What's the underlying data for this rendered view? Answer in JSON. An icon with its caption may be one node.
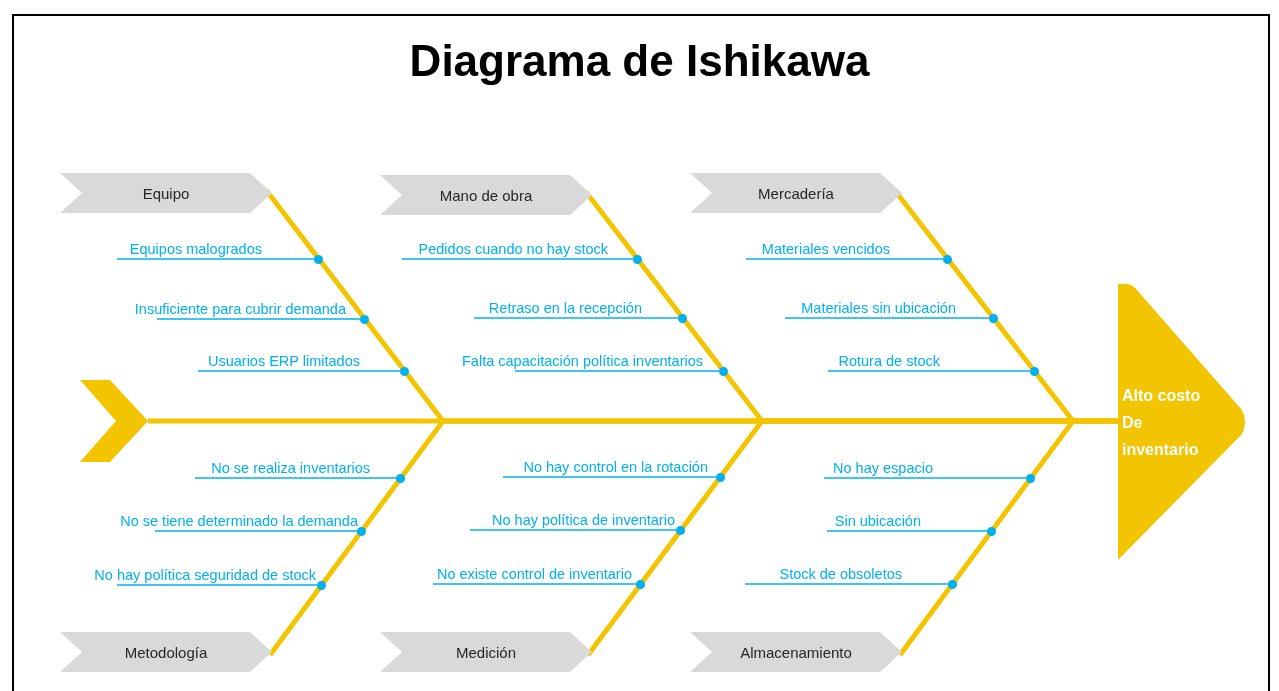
{
  "diagram": {
    "title": "Diagrama de Ishikawa",
    "nodes": [
      {
        "text": [
          "Equipo"
        ]
      },
      {
        "text": [
          "Mano de obra"
        ]
      },
      {
        "text": [
          "Mercadería"
        ]
      },
      {
        "text": [
          "Equipos malogrados"
        ]
      },
      {
        "text": [
          "Insuficiente para cubrir demanda"
        ]
      },
      {
        "text": [
          "Usuarios ERP limitados"
        ]
      },
      {
        "text": [
          "Pedidos cuando no hay stock"
        ]
      },
      {
        "text": [
          "Retraso en la recepción"
        ]
      },
      {
        "text": [
          "Falta capacitación política inventarios"
        ]
      },
      {
        "text": [
          "Materiales vencidos"
        ]
      },
      {
        "text": [
          "Materiales sin ubicación"
        ]
      },
      {
        "text": [
          "Rotura de stock"
        ]
      },
      {
        "text": [],
        "shape": "chevron"
      },
      {
        "text": [
          "Alto costo De inventario"
        ]
      },
      {
        "text": [
          "No se realiza inventarios"
        ]
      },
      {
        "text": [
          "No se tiene determinado la demanda"
        ]
      },
      {
        "text": [
          "No hay política seguridad de stock"
        ]
      },
      {
        "text": [
          "No hay control en la rotación"
        ]
      },
      {
        "text": [
          "No hay política de inventario"
        ]
      },
      {
        "text": [
          "No existe control de inventario"
        ]
      },
      {
        "text": [
          "No hay espacio"
        ]
      },
      {
        "text": [
          "Sin ubicación"
        ]
      },
      {
        "text": [
          "Stock de obsoletos"
        ]
      },
      {
        "text": [
          "Metodología"
        ]
      },
      {
        "text": [
          "Medición"
        ]
      },
      {
        "text": [
          "Almacenamiento"
        ]
      },
      {
        "text": [],
        "shape": "circle"
      },
      {
        "text": [],
        "shape": "circle"
      },
      {
        "text": [],
        "shape": "circle"
      },
      {
        "text": [],
        "shape": "circle"
      },
      {
        "text": [],
        "shape": "circle"
      },
      {
        "text": [],
        "shape": "circle"
      },
      {
        "text": [],
        "shape": "circle"
      },
      {
        "text": [],
        "shape": "circle"
      },
      {
        "text": [],
        "shape": "circle"
      },
      {
        "text": [],
        "shape": "circle"
      },
      {
        "text": [],
        "shape": "circle"
      },
      {
        "text": [],
        "shape": "circle"
      },
      {
        "text": [],
        "shape": "circle"
      },
      {
        "text": [],
        "shape": "circle"
      },
      {
        "text": [],
        "shape": "circle"
      },
      {
        "text": [],
        "shape": "circle"
      },
      {
        "text": [],
        "shape": "circle"
      },
      {
        "text": [],
        "shape": "circle"
      }
    ],
    "edges": [
      {
        "from": 12,
        "to": 13,
        "arrow": "none",
        "style": "thick",
        "color": "#f2c500"
      },
      {
        "from": 0,
        "to": 13,
        "arrow": "none",
        "style": "thick",
        "color": "#f2c500"
      },
      {
        "from": 1,
        "to": 13,
        "arrow": "none",
        "style": "thick",
        "color": "#f2c500"
      },
      {
        "from": 2,
        "to": 13,
        "arrow": "none",
        "style": "thick",
        "color": "#f2c500"
      },
      {
        "from": 23,
        "to": 13,
        "arrow": "none",
        "style": "thick",
        "color": "#f2c500"
      },
      {
        "from": 24,
        "to": 13,
        "arrow": "none",
        "style": "thick",
        "color": "#f2c500"
      },
      {
        "from": 25,
        "to": 13,
        "arrow": "none",
        "style": "thick",
        "color": "#f2c500"
      },
      {
        "from": 3,
        "to": 26,
        "arrow": "none"
      },
      {
        "from": 4,
        "to": 27,
        "arrow": "none"
      },
      {
        "from": 5,
        "to": 28,
        "arrow": "none"
      },
      {
        "from": 6,
        "to": 29,
        "arrow": "none"
      },
      {
        "from": 7,
        "to": 30,
        "arrow": "none"
      },
      {
        "from": 8,
        "to": 31,
        "arrow": "none"
      },
      {
        "from": 9,
        "to": 32,
        "arrow": "none"
      },
      {
        "from": 10,
        "to": 33,
        "arrow": "none"
      },
      {
        "from": 11,
        "to": 34,
        "arrow": "none"
      },
      {
        "from": 14,
        "to": 35,
        "arrow": "none"
      },
      {
        "from": 15,
        "to": 36,
        "arrow": "none"
      },
      {
        "from": 16,
        "to": 37,
        "arrow": "none"
      },
      {
        "from": 17,
        "to": 38,
        "arrow": "none"
      },
      {
        "from": 18,
        "to": 39,
        "arrow": "none"
      },
      {
        "from": 19,
        "to": 40,
        "arrow": "none"
      },
      {
        "from": 20,
        "to": 41,
        "arrow": "none"
      },
      {
        "from": 21,
        "to": 42,
        "arrow": "none"
      },
      {
        "from": 22,
        "to": 43,
        "arrow": "none"
      }
    ]
  }
}
